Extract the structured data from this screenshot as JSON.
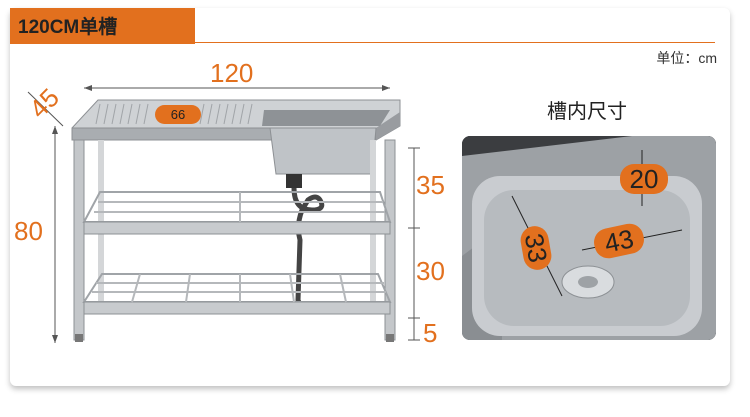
{
  "header": {
    "title": "120CM单槽"
  },
  "unit_label": "单位：cm",
  "inner_title": "槽内尺寸",
  "dimensions": {
    "length": "120",
    "width": "45",
    "height": "80",
    "basin_width": "66",
    "basin_depth_label": "35",
    "shelf_gap": "30",
    "foot": "5",
    "inner_depth": "20",
    "inner_width": "33",
    "inner_length": "43"
  }
}
